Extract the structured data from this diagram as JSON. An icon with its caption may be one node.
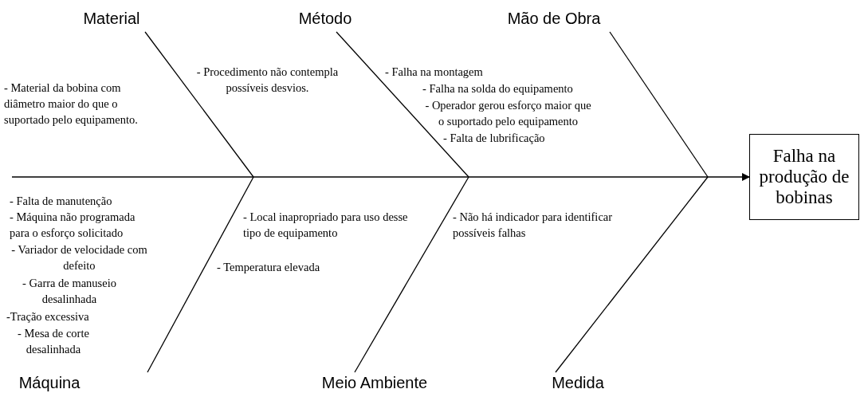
{
  "diagram": {
    "nodes": [
      {
        "text": [
          "Material"
        ]
      },
      {
        "text": [
          "Método"
        ]
      },
      {
        "text": [
          "Mão de Obra"
        ]
      },
      {
        "text": [
          "Máquina"
        ]
      },
      {
        "text": [
          "Meio Ambiente"
        ]
      },
      {
        "text": [
          "Medida"
        ]
      },
      {
        "text": [
          "Falha na produção de bobinas"
        ]
      }
    ],
    "edges": [
      {
        "from": null,
        "to": 6,
        "arrow": "to"
      },
      {
        "from": 0,
        "to": null,
        "arrow": "none"
      },
      {
        "from": 1,
        "to": null,
        "arrow": "none"
      },
      {
        "from": 2,
        "to": null,
        "arrow": "none"
      },
      {
        "from": 3,
        "to": null,
        "arrow": "none"
      },
      {
        "from": 4,
        "to": null,
        "arrow": "none"
      },
      {
        "from": 5,
        "to": null,
        "arrow": "none"
      }
    ],
    "labels": [
      "- Material da bobina com diâmetro maior do que o suportado pelo equipamento.",
      "- Procedimento não contempla possíveis desvios.",
      "- Falha na montagem",
      "- Falha na solda do equipamento",
      "- Operador gerou esforço maior que o suportado pelo equipamento",
      "- Falta de lubrificação",
      "- Falta de manutenção",
      "- Máquina não programada para o esforço solicitado",
      "- Variador de velocidade com defeito",
      "- Garra de manuseio desalinhada",
      "-Tração excessiva",
      "- Mesa de corte desalinhada",
      "- Local inapropriado para uso desse tipo de equipamento",
      "- Temperatura elevada",
      "- Não há indicador para identificar possíveis falhas"
    ]
  }
}
